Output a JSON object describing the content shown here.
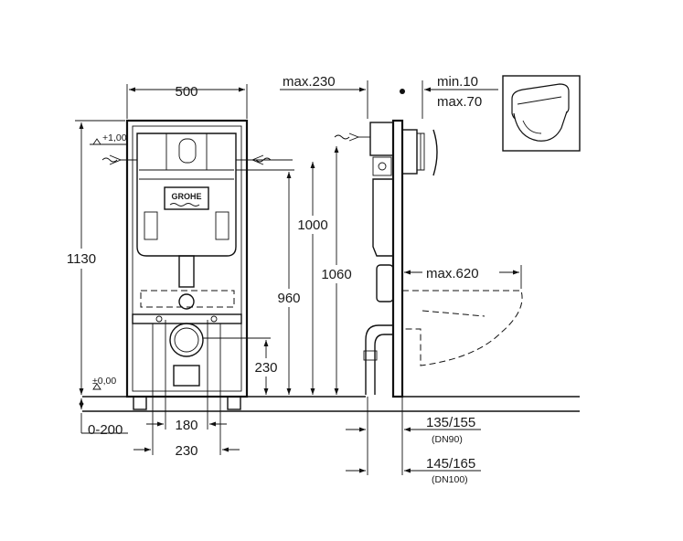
{
  "brand": {
    "logo_text": "GROHE"
  },
  "front_view": {
    "width_label": "500",
    "height_label": "1130",
    "level_top_label": "+1,00",
    "level_zero_label": "±0,00",
    "h1000_label": "1000",
    "h960_label": "960",
    "h230_label": "230",
    "w180_label": "180",
    "w230_label": "230",
    "depth_label": "0-200"
  },
  "side_view": {
    "offset_label": "max.230",
    "min_label": "min.10",
    "max_label": "max.70",
    "h1060_label": "1060",
    "projection_label": "max.620",
    "dn90_value": "135/155",
    "dn90_note": "(DN90)",
    "dn100_value": "145/165",
    "dn100_note": "(DN100)"
  }
}
